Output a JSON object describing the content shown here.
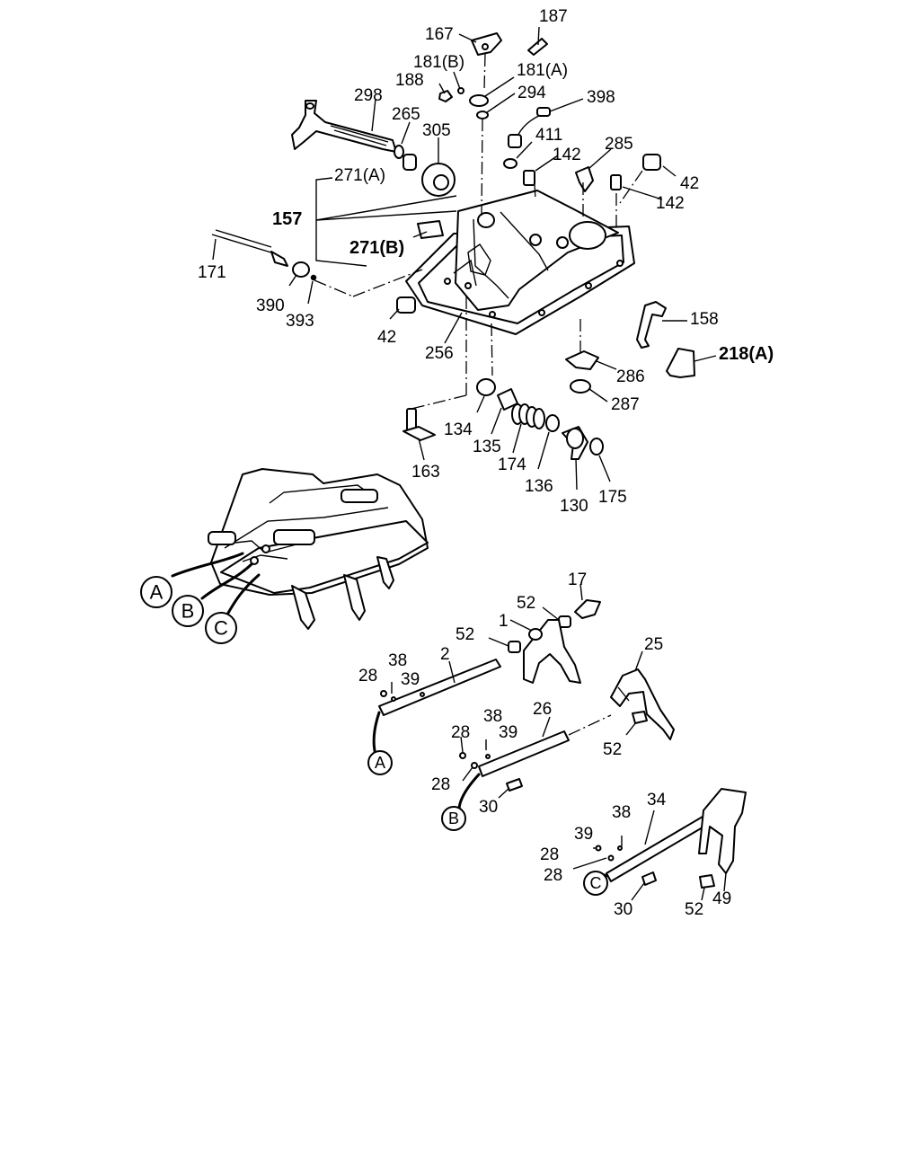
{
  "labels": {
    "l167": "167",
    "l187": "187",
    "l181b": "181(B)",
    "l181a": "181(A)",
    "l188": "188",
    "l294": "294",
    "l298": "298",
    "l265": "265",
    "l398": "398",
    "l305": "305",
    "l411": "411",
    "l285": "285",
    "l142a": "142",
    "l42a": "42",
    "l142b": "142",
    "l271a": "271(A)",
    "l157": "157",
    "l271b": "271(B)",
    "l171": "171",
    "l390": "390",
    "l393": "393",
    "l42b": "42",
    "l256": "256",
    "l158": "158",
    "l218a": "218(A)",
    "l286": "286",
    "l287": "287",
    "l134": "134",
    "l135": "135",
    "l174": "174",
    "l136": "136",
    "l130": "130",
    "l175": "175",
    "l163": "163",
    "l17": "17",
    "l52a": "52",
    "l1": "1",
    "l52b": "52",
    "l2": "2",
    "l25": "25",
    "l38a": "38",
    "l39a": "39",
    "l28a": "28",
    "l38b": "38",
    "l26": "26",
    "l28b": "28",
    "l39b": "39",
    "l52c": "52",
    "l28c": "28",
    "l30a": "30",
    "l38c": "38",
    "l34": "34",
    "l39c": "39",
    "l28d": "28",
    "l28e": "28",
    "l30b": "30",
    "l52d": "52",
    "l49": "49"
  },
  "callouts": {
    "A": "A",
    "B": "B",
    "C": "C",
    "A2": "A",
    "B2": "B",
    "C2": "C"
  }
}
